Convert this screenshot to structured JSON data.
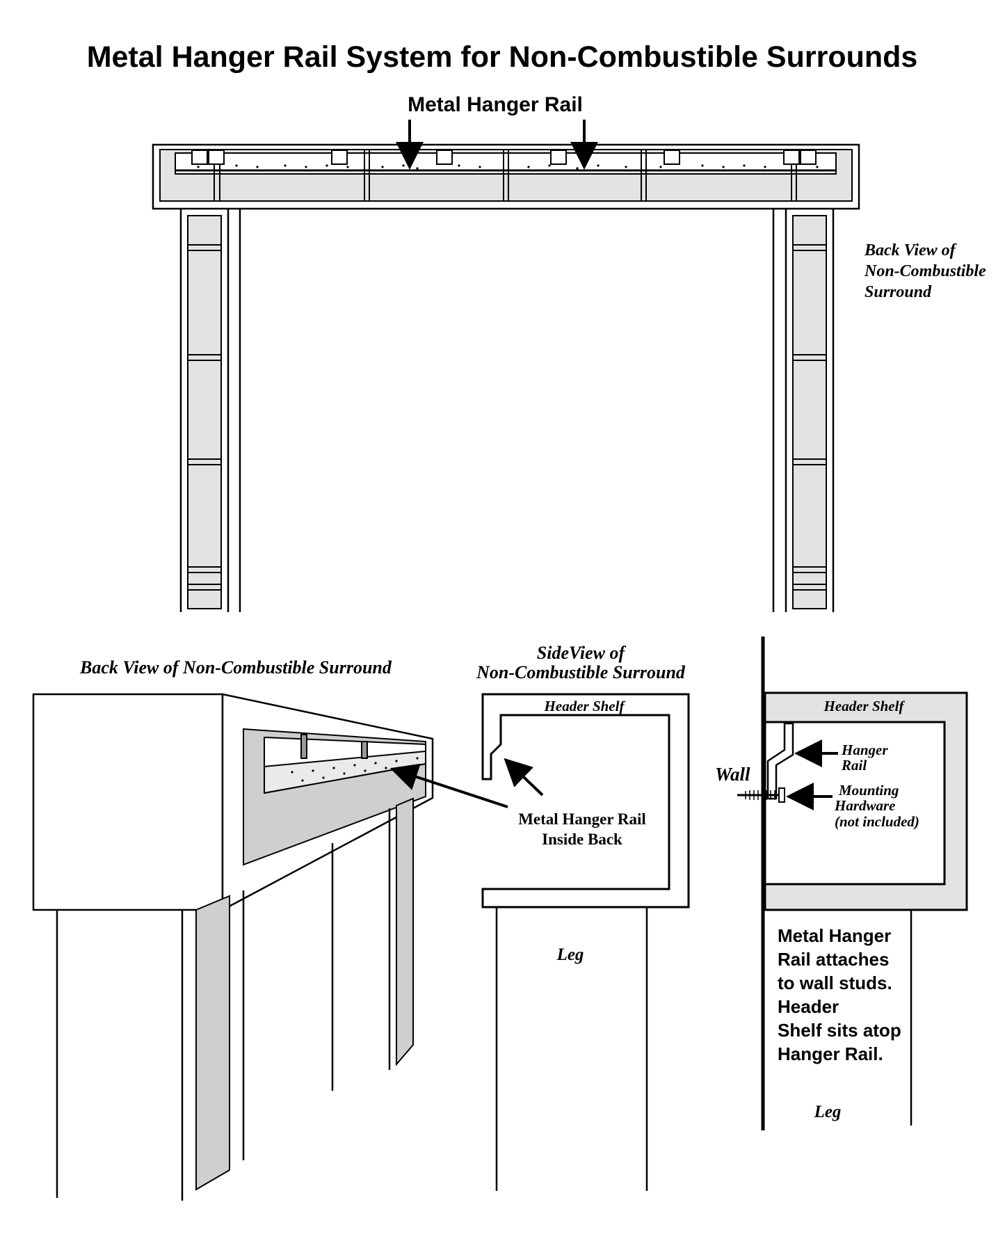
{
  "title": "Metal Hanger Rail System for Non-Combustible Surrounds",
  "top_view": {
    "rail_label": "Metal Hanger Rail",
    "caption_lines": [
      "Back View of",
      "Non-Combustible",
      "Surround"
    ]
  },
  "perspective_view": {
    "caption": "Back View of Non-Combustible Surround"
  },
  "side_view": {
    "caption_lines": [
      "SideView of",
      "Non-Combustible Surround"
    ],
    "header_shelf": "Header Shelf",
    "rail_callout_lines": [
      "Metal Hanger Rail",
      "Inside Back"
    ],
    "leg": "Leg"
  },
  "wall_detail": {
    "header_shelf": "Header Shelf",
    "hanger_rail_lines": [
      "Hanger",
      "Rail"
    ],
    "wall": "Wall",
    "hardware_lines": [
      "Mounting",
      "Hardware",
      "(not included)"
    ],
    "note_lines": [
      "Metal Hanger",
      "Rail attaches",
      "to wall studs.",
      "Header",
      "Shelf sits atop",
      "Hanger Rail."
    ],
    "leg": "Leg"
  },
  "colors": {
    "ink": "#000000",
    "panel_fill": "#e3e3e3",
    "shade_fill": "#cfcfcf",
    "background": "#ffffff"
  }
}
